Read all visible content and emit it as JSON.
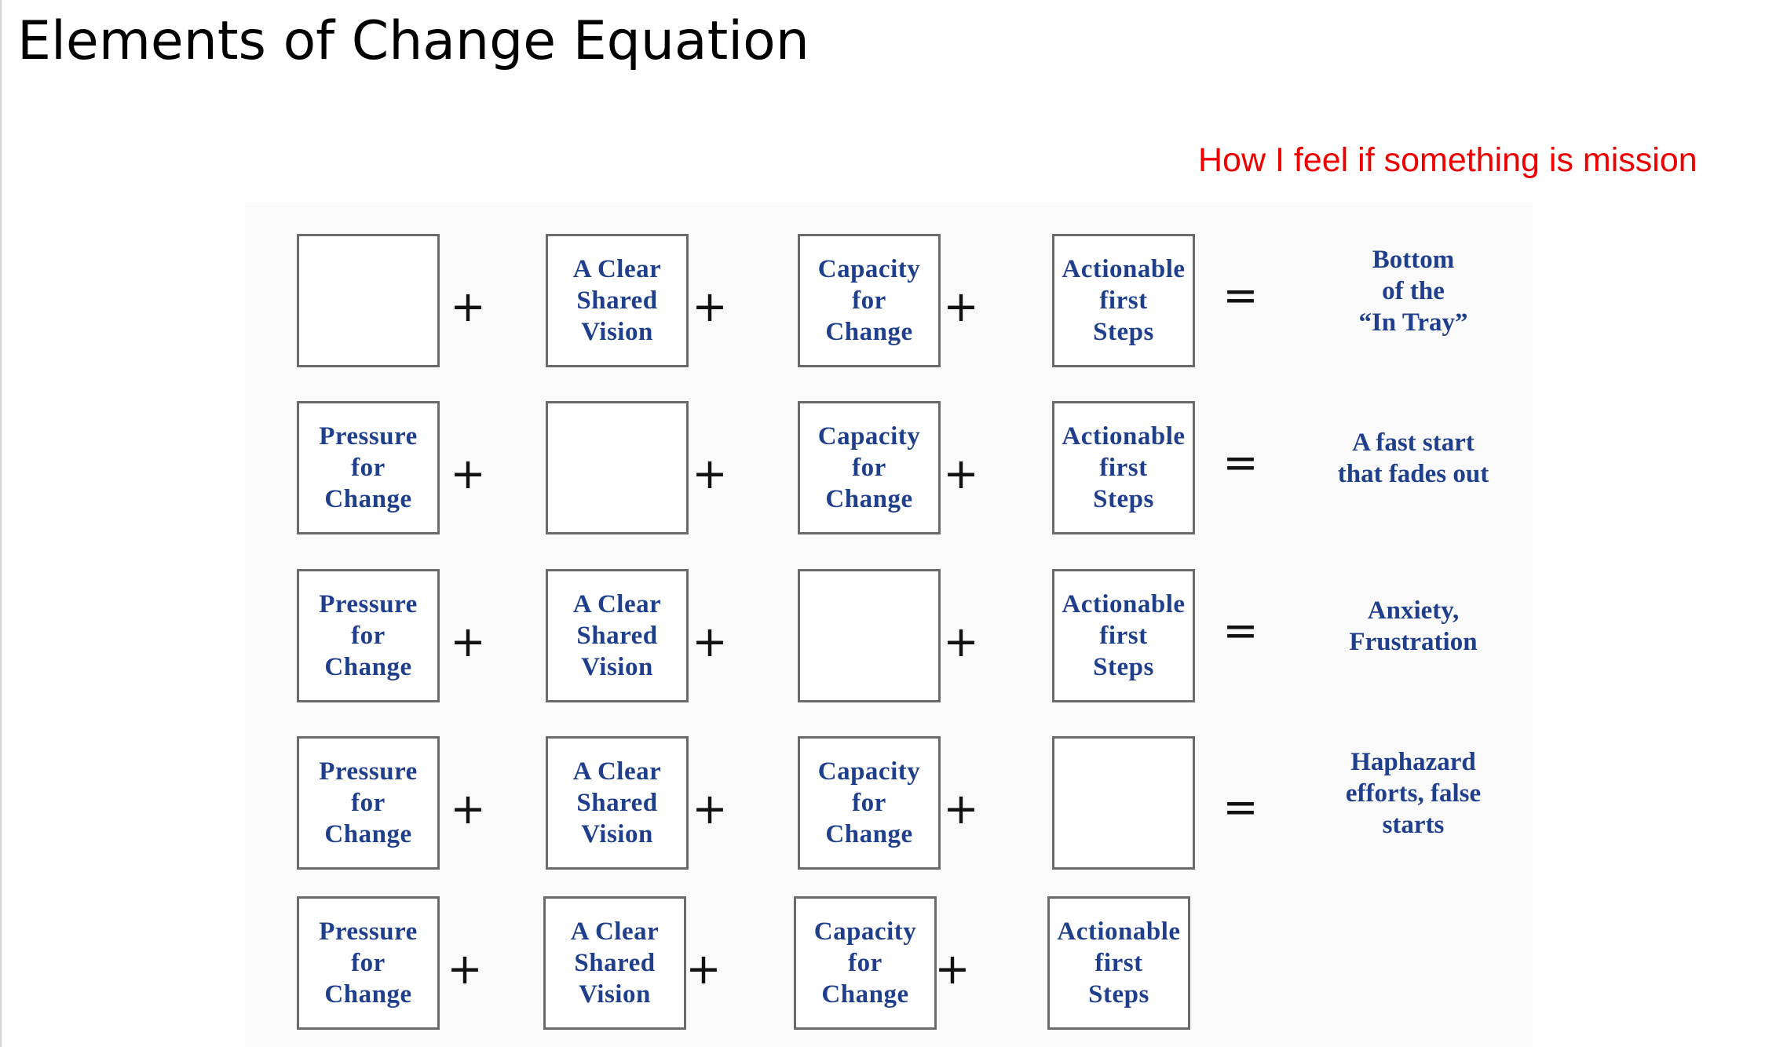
{
  "slide": {
    "title": "Elements of Change Equation",
    "note": "How I feel if something is mission"
  },
  "operators": {
    "plus": "+",
    "equals": "="
  },
  "elements": {
    "pressure": "Pressure\nfor\nChange",
    "vision": "A Clear\nShared\nVision",
    "capacity": "Capacity\nfor\nChange",
    "steps": "Actionable\nfirst\nSteps"
  },
  "rows": [
    {
      "missing": "Pressure for Change",
      "cells": [
        "",
        "vision",
        "capacity",
        "steps"
      ],
      "result": "Bottom\nof the\n“In Tray”"
    },
    {
      "missing": "A Clear Shared Vision",
      "cells": [
        "pressure",
        "",
        "capacity",
        "steps"
      ],
      "result": "A fast start\nthat fades out"
    },
    {
      "missing": "Capacity for Change",
      "cells": [
        "pressure",
        "vision",
        "",
        "steps"
      ],
      "result": "Anxiety,\nFrustration"
    },
    {
      "missing": "Actionable first Steps",
      "cells": [
        "pressure",
        "vision",
        "capacity",
        ""
      ],
      "result": "Haphazard\nefforts, false\nstarts"
    },
    {
      "missing": "",
      "cells": [
        "pressure",
        "vision",
        "capacity",
        "steps"
      ],
      "result": ""
    }
  ]
}
